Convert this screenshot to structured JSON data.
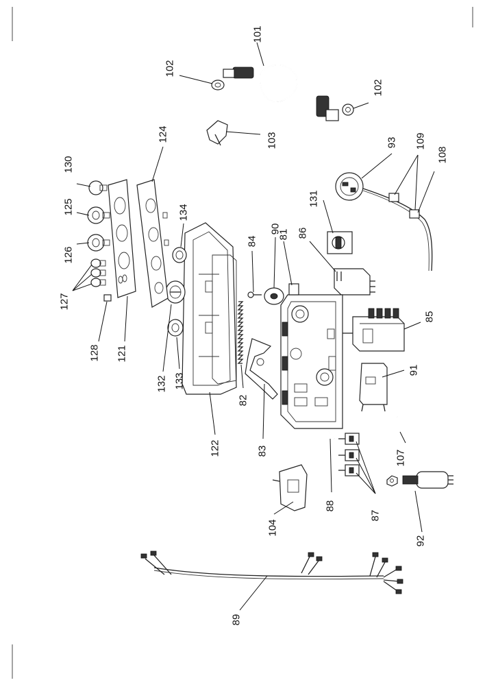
{
  "labels": [
    {
      "id": "101",
      "text": "101"
    },
    {
      "id": "102a",
      "text": "102"
    },
    {
      "id": "102b",
      "text": "102"
    },
    {
      "id": "103",
      "text": "103"
    },
    {
      "id": "93",
      "text": "93"
    },
    {
      "id": "109",
      "text": "109"
    },
    {
      "id": "108",
      "text": "108"
    },
    {
      "id": "131",
      "text": "131"
    },
    {
      "id": "86",
      "text": "86"
    },
    {
      "id": "85",
      "text": "85"
    },
    {
      "id": "91",
      "text": "91"
    },
    {
      "id": "107",
      "text": "107"
    },
    {
      "id": "92",
      "text": "92"
    },
    {
      "id": "87",
      "text": "87"
    },
    {
      "id": "88",
      "text": "88"
    },
    {
      "id": "104",
      "text": "104"
    },
    {
      "id": "89",
      "text": "89"
    },
    {
      "id": "83",
      "text": "83"
    },
    {
      "id": "82",
      "text": "82"
    },
    {
      "id": "122",
      "text": "122"
    },
    {
      "id": "81",
      "text": "81"
    },
    {
      "id": "90",
      "text": "90"
    },
    {
      "id": "84",
      "text": "84"
    },
    {
      "id": "134",
      "text": "134"
    },
    {
      "id": "124",
      "text": "124"
    },
    {
      "id": "130",
      "text": "130"
    },
    {
      "id": "125",
      "text": "125"
    },
    {
      "id": "126",
      "text": "126"
    },
    {
      "id": "127",
      "text": "127"
    },
    {
      "id": "128",
      "text": "128"
    },
    {
      "id": "121",
      "text": "121"
    },
    {
      "id": "132",
      "text": "132"
    },
    {
      "id": "133",
      "text": "133"
    }
  ]
}
